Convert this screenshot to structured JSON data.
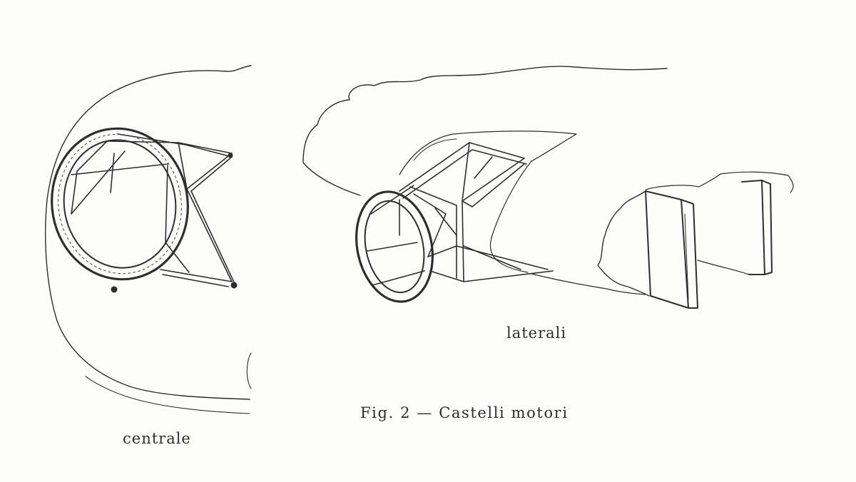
{
  "figure": {
    "caption": "Fig. 2 — Castelli motori",
    "labels": {
      "lateral": "laterali",
      "central": "centrale"
    }
  },
  "colors": {
    "ink": "#2e2e2e",
    "paper": "#fdfdfc"
  }
}
